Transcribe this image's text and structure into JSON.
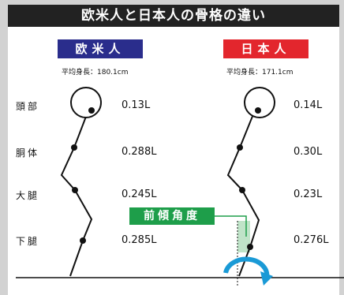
{
  "title": "欧米人と日本人の骨格の違い",
  "westerner": {
    "label": "欧米人",
    "label_color": "#2a2d8c",
    "height": "平均身長：180.1cm",
    "ratios": [
      "0.13L",
      "0.288L",
      "0.245L",
      "0.285L"
    ]
  },
  "japanese": {
    "label": "日本人",
    "label_color": "#e3262d",
    "height": "平均身長：171.1cm",
    "ratios": [
      "0.14L",
      "0.30L",
      "0.23L",
      "0.276L"
    ]
  },
  "segments": [
    "頭部",
    "胴体",
    "大腿",
    "下腿"
  ],
  "forward_tilt_label": "前傾角度",
  "colors": {
    "title_bg": "#222222",
    "green": "#1e9e4a",
    "rotate_arrow": "#1a9ad6",
    "tilt_shade": "#bfe3c8"
  },
  "icons": [
    "rotate-arrow-icon"
  ]
}
